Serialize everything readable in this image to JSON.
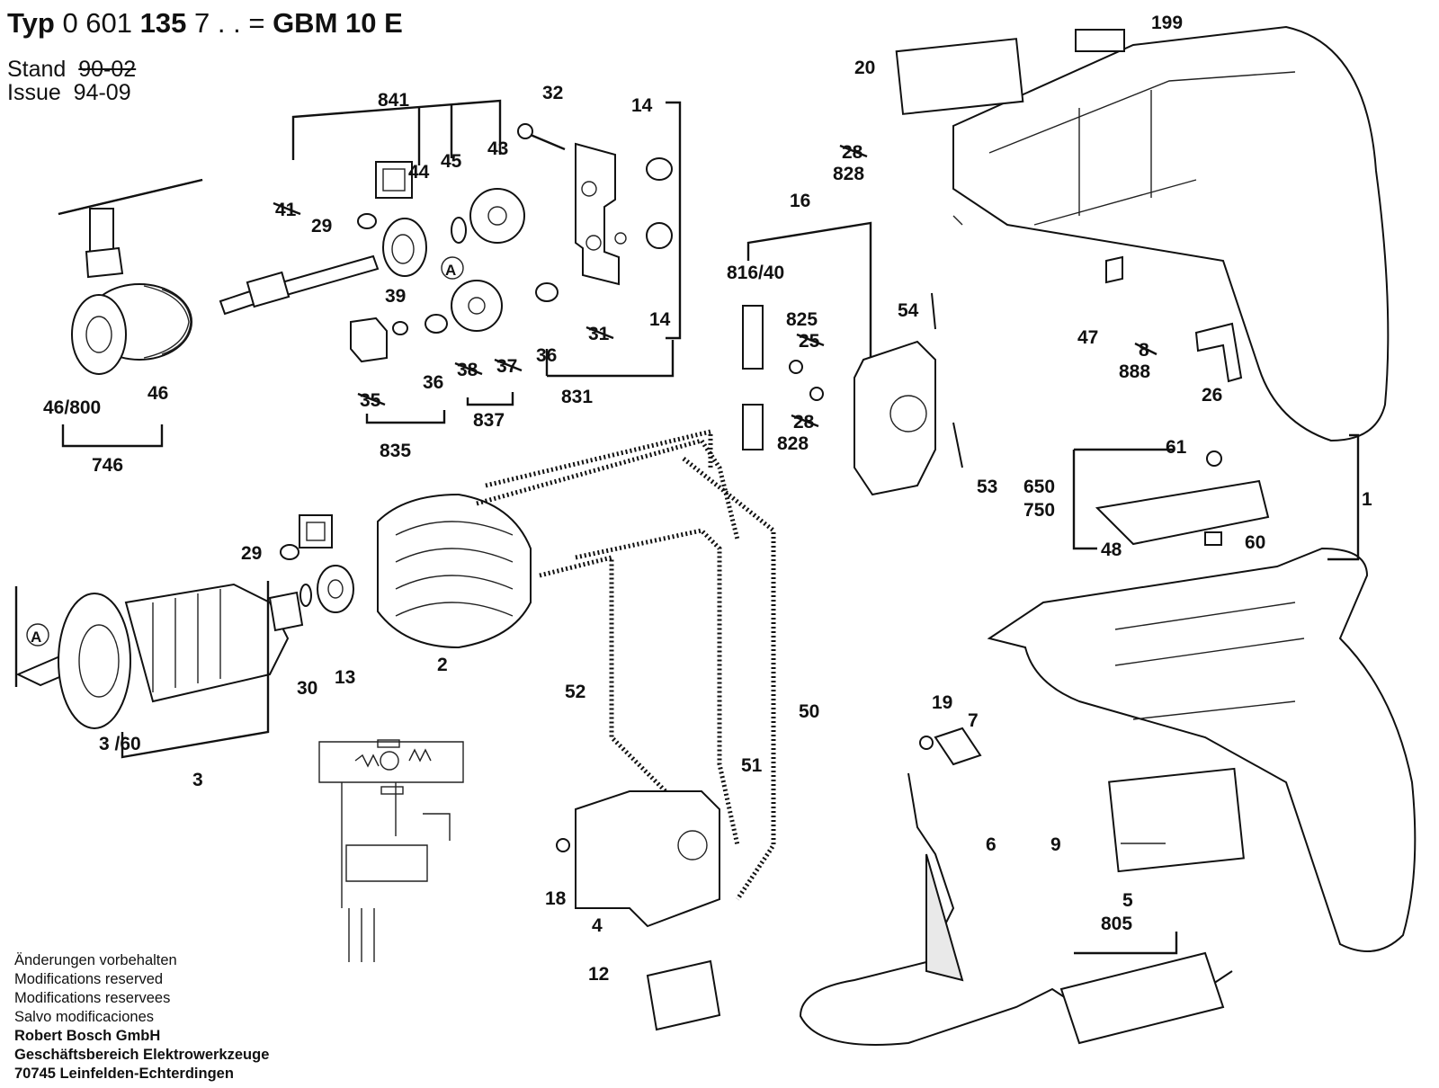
{
  "header": {
    "typ_label": "Typ",
    "typ_number_a": "0 601",
    "typ_number_b": "135",
    "typ_number_c": "7 . .",
    "typ_equals": "=",
    "model": "GBM 10 E",
    "stand_label": "Stand",
    "stand_value": "90-02",
    "issue_label": "Issue",
    "issue_value": "94-09"
  },
  "footer": {
    "lines": [
      "Änderungen vorbehalten",
      "Modifications reserved",
      "Modifications reservees",
      "Salvo modificaciones"
    ],
    "company": "Robert Bosch GmbH",
    "division": "Geschäftsbereich Elektrowerkzeuge",
    "address": "70745 Leinfelden-Echterdingen"
  },
  "part_labels": [
    {
      "id": "841",
      "text": "841"
    },
    {
      "id": "32",
      "text": "32"
    },
    {
      "id": "14a",
      "text": "14"
    },
    {
      "id": "44",
      "text": "44"
    },
    {
      "id": "45",
      "text": "45"
    },
    {
      "id": "43",
      "text": "43"
    },
    {
      "id": "41",
      "text": "41",
      "crossed": true
    },
    {
      "id": "29a",
      "text": "29"
    },
    {
      "id": "A1",
      "text": "A",
      "circled": true
    },
    {
      "id": "39",
      "text": "39"
    },
    {
      "id": "14b",
      "text": "14"
    },
    {
      "id": "31",
      "text": "31",
      "crossed": true
    },
    {
      "id": "36a",
      "text": "36"
    },
    {
      "id": "36b",
      "text": "36"
    },
    {
      "id": "38",
      "text": "38",
      "crossed": true
    },
    {
      "id": "37",
      "text": "37",
      "crossed": true
    },
    {
      "id": "35",
      "text": "35",
      "crossed": true
    },
    {
      "id": "831",
      "text": "831"
    },
    {
      "id": "837",
      "text": "837"
    },
    {
      "id": "835",
      "text": "835"
    },
    {
      "id": "46_800",
      "text": "46/800"
    },
    {
      "id": "46",
      "text": "46"
    },
    {
      "id": "746",
      "text": "746"
    },
    {
      "id": "16",
      "text": "16"
    },
    {
      "id": "816_40",
      "text": "816/40"
    },
    {
      "id": "825",
      "text": "825"
    },
    {
      "id": "25",
      "text": "25",
      "crossed": true
    },
    {
      "id": "54",
      "text": "54"
    },
    {
      "id": "28a",
      "text": "28",
      "crossed": true
    },
    {
      "id": "828a",
      "text": "828"
    },
    {
      "id": "28b",
      "text": "28",
      "crossed": true
    },
    {
      "id": "828b",
      "text": "828"
    },
    {
      "id": "53",
      "text": "53"
    },
    {
      "id": "20",
      "text": "20"
    },
    {
      "id": "199",
      "text": "199"
    },
    {
      "id": "47",
      "text": "47"
    },
    {
      "id": "8",
      "text": "8",
      "crossed": true
    },
    {
      "id": "888",
      "text": "888"
    },
    {
      "id": "26",
      "text": "26"
    },
    {
      "id": "61",
      "text": "61"
    },
    {
      "id": "650",
      "text": "650"
    },
    {
      "id": "750",
      "text": "750"
    },
    {
      "id": "48",
      "text": "48"
    },
    {
      "id": "60",
      "text": "60"
    },
    {
      "id": "1",
      "text": "1"
    },
    {
      "id": "29b",
      "text": "29"
    },
    {
      "id": "A2",
      "text": "A",
      "circled": true
    },
    {
      "id": "30",
      "text": "30"
    },
    {
      "id": "13",
      "text": "13"
    },
    {
      "id": "2",
      "text": "2"
    },
    {
      "id": "3_60",
      "text": "3 /60"
    },
    {
      "id": "3",
      "text": "3"
    },
    {
      "id": "52",
      "text": "52"
    },
    {
      "id": "50",
      "text": "50"
    },
    {
      "id": "51",
      "text": "51"
    },
    {
      "id": "19",
      "text": "19"
    },
    {
      "id": "7",
      "text": "7"
    },
    {
      "id": "6",
      "text": "6"
    },
    {
      "id": "9",
      "text": "9"
    },
    {
      "id": "18",
      "text": "18"
    },
    {
      "id": "4",
      "text": "4"
    },
    {
      "id": "5",
      "text": "5"
    },
    {
      "id": "805",
      "text": "805"
    },
    {
      "id": "12",
      "text": "12"
    }
  ]
}
